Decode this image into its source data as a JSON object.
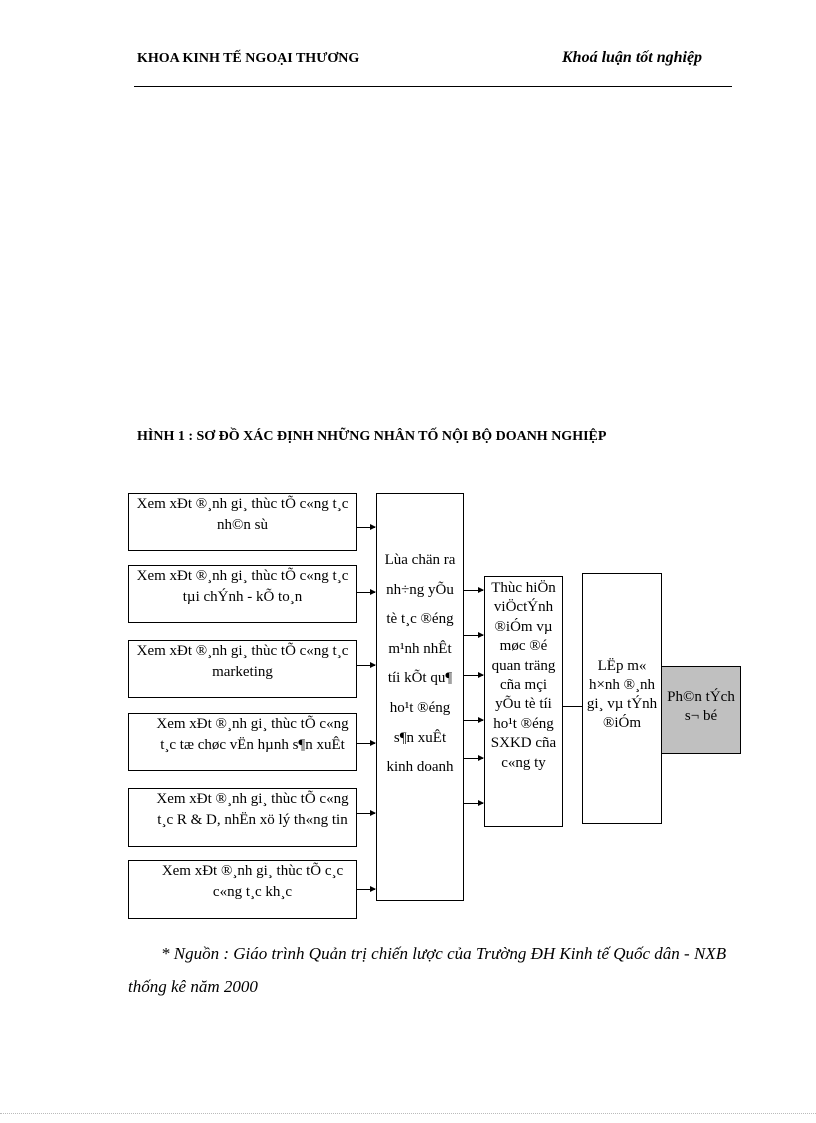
{
  "header": {
    "left": "KHOA KINH TẾ NGOẠI THƯƠNG",
    "right": "Khoá luận tốt nghiệp"
  },
  "figure": {
    "title": "HÌNH 1 : SƠ ĐỒ XÁC ĐỊNH NHỮNG NHÂN TỐ NỘI BỘ DOANH NGHIỆP",
    "left_boxes": [
      "Xem xÐt ®¸nh gi¸ thùc tÕ c«ng t¸c nh©n sù",
      "Xem xÐt ®¸nh gi¸ thùc tÕ c«ng t¸c tµi chÝnh - kÕ to¸n",
      "Xem xÐt ®¸nh gi¸ thùc tÕ c«ng t¸c marketing",
      "Xem xÐt ®¸nh gi¸ thùc tÕ c«ng t¸c tæ chøc vËn hµnh s¶n xuÊt",
      "Xem xÐt ®¸nh gi¸ thùc tÕ c«ng t¸c R & D, nhËn xö lý th«ng tin",
      "Xem xÐt ®¸nh gi¸ thùc tÕ c¸c c«ng t¸c kh¸c"
    ],
    "select_box": "Lùa chän ra nh÷ng yÕu tè t¸c ®éng m¹nh nhÊt tíi kÕt qu¶ ho¹t ®éng s¶n xuÊt kinh doanh",
    "weight_box": "Thùc hiÖn viÖctÝnh ®iÓm vµ møc ®é quan träng cña mçi yÕu tè tíi ho¹t ®éng SXKD cña c«ng ty",
    "model_box": "LËp m« h×nh ®¸nh gi¸ vµ tÝnh ®iÓm",
    "analysis_box": "Ph©n tÝch s¬ bé",
    "colors": {
      "analysis_fill": "#c0c0c0"
    }
  },
  "source_note": "* Nguồn : Giáo trình Quản trị chiến lược của Trường ĐH Kinh tế Quốc dân - NXB thống kê năm 2000"
}
